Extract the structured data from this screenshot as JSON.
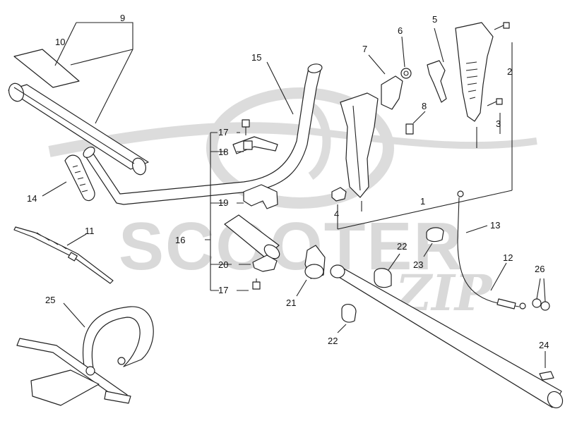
{
  "watermark": {
    "brand": "SCOOTER",
    "suffix": "ZIP"
  },
  "callouts": {
    "p1": "1",
    "p2": "2",
    "p3": "3",
    "p4": "4",
    "p5": "5",
    "p6": "6",
    "p7": "7",
    "p8": "8",
    "p9": "9",
    "p10": "10",
    "p11": "11",
    "p12": "12",
    "p13": "13",
    "p14": "14",
    "p15": "15",
    "p16": "16",
    "p17a": "17",
    "p17b": "17",
    "p18": "18",
    "p19": "19",
    "p20": "20",
    "p21": "21",
    "p22a": "22",
    "p22b": "22",
    "p23": "23",
    "p24": "24",
    "p25": "25",
    "p26": "26"
  }
}
